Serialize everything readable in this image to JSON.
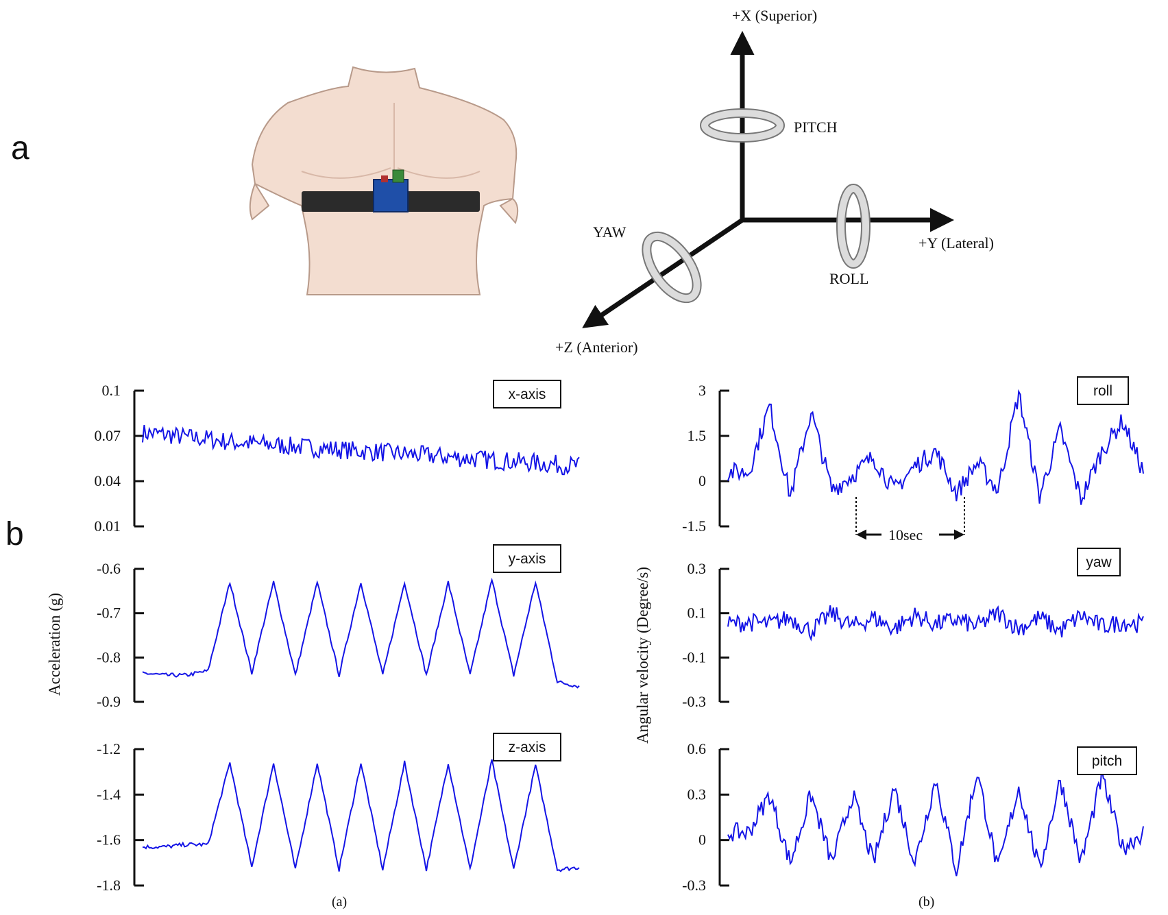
{
  "panel_labels": {
    "a": "a",
    "b": "b"
  },
  "axes_diagram": {
    "x_label": "+X (Superior)",
    "y_label": "+Y (Lateral)",
    "z_label": "+Z (Anterior)",
    "pitch": "PITCH",
    "roll": "ROLL",
    "yaw": "YAW"
  },
  "colors": {
    "signal": "#1414e6",
    "skin": "#f3ddd0",
    "strap": "#2b2b2b",
    "board": "#1f4fa8"
  },
  "chart_data": [
    {
      "type": "line",
      "tag": "x-axis",
      "ylim": [
        0.01,
        0.1
      ],
      "yticks": [
        "0.1",
        "0.07",
        "0.04",
        "0.01"
      ],
      "x": [
        0,
        3,
        6,
        9,
        12,
        15,
        18,
        21,
        24,
        27,
        30,
        33,
        36,
        39,
        42,
        45,
        48,
        51,
        54,
        57,
        60
      ],
      "series": [
        {
          "values": [
            0.072,
            0.071,
            0.069,
            0.068,
            0.066,
            0.065,
            0.064,
            0.063,
            0.062,
            0.061,
            0.06,
            0.059,
            0.058,
            0.057,
            0.056,
            0.055,
            0.054,
            0.053,
            0.052,
            0.051,
            0.05
          ]
        }
      ]
    },
    {
      "type": "line",
      "tag": "y-axis",
      "ylim": [
        -0.9,
        -0.6
      ],
      "yticks": [
        "-0.6",
        "-0.7",
        "-0.8",
        "-0.9"
      ],
      "ylabel": "Acceleration (g)",
      "x": [
        0,
        3,
        6,
        9,
        12,
        15,
        18,
        21,
        24,
        27,
        30,
        33,
        36,
        39,
        42,
        45,
        48,
        51,
        54,
        57,
        60
      ],
      "series": [
        {
          "values": [
            -0.835,
            -0.84,
            -0.84,
            -0.83,
            -0.63,
            -0.835,
            -0.63,
            -0.84,
            -0.63,
            -0.84,
            -0.63,
            -0.84,
            -0.63,
            -0.84,
            -0.63,
            -0.84,
            -0.625,
            -0.84,
            -0.63,
            -0.855,
            -0.865
          ]
        }
      ]
    },
    {
      "type": "line",
      "tag": "z-axis",
      "ylim": [
        -1.8,
        -1.2
      ],
      "yticks": [
        "-1.2",
        "-1.4",
        "-1.6",
        "-1.8"
      ],
      "x": [
        0,
        3,
        6,
        9,
        12,
        15,
        18,
        21,
        24,
        27,
        30,
        33,
        36,
        39,
        42,
        45,
        48,
        51,
        54,
        57,
        60
      ],
      "series": [
        {
          "values": [
            -1.63,
            -1.63,
            -1.62,
            -1.62,
            -1.26,
            -1.72,
            -1.26,
            -1.73,
            -1.26,
            -1.73,
            -1.26,
            -1.73,
            -1.26,
            -1.73,
            -1.26,
            -1.73,
            -1.25,
            -1.73,
            -1.27,
            -1.73,
            -1.72
          ]
        }
      ]
    },
    {
      "type": "line",
      "tag": "roll",
      "ylim": [
        -1.5,
        3
      ],
      "yticks": [
        "3",
        "1.5",
        "0",
        "-1.5"
      ],
      "annotation": "10sec",
      "x": [
        0,
        3,
        6,
        9,
        12,
        15,
        18,
        21,
        24,
        27,
        30,
        33,
        36,
        39,
        42,
        45,
        48,
        51,
        54,
        57,
        60
      ],
      "series": [
        {
          "values": [
            0.3,
            0.3,
            2.5,
            -0.5,
            2.3,
            -0.3,
            0.2,
            0.8,
            -0.3,
            0.5,
            1.0,
            -0.4,
            0.6,
            -0.3,
            2.9,
            -0.5,
            1.7,
            -0.6,
            1.0,
            2.0,
            0.3
          ]
        }
      ]
    },
    {
      "type": "line",
      "tag": "yaw",
      "ylim": [
        -0.3,
        0.3
      ],
      "yticks": [
        "0.3",
        "0.1",
        "-0.1",
        "-0.3"
      ],
      "ylabel": "Angular velocity (Degree/s)",
      "x": [
        0,
        3,
        6,
        9,
        12,
        15,
        18,
        21,
        24,
        27,
        30,
        33,
        36,
        39,
        42,
        45,
        48,
        51,
        54,
        57,
        60
      ],
      "series": [
        {
          "values": [
            0.05,
            0.06,
            0.05,
            0.08,
            0.02,
            0.1,
            0.04,
            0.08,
            0.03,
            0.09,
            0.05,
            0.07,
            0.04,
            0.1,
            0.03,
            0.08,
            0.02,
            0.09,
            0.04,
            0.06,
            0.05
          ]
        }
      ]
    },
    {
      "type": "line",
      "tag": "pitch",
      "ylim": [
        -0.3,
        0.6
      ],
      "yticks": [
        "0.6",
        "0.3",
        "0",
        "-0.3"
      ],
      "x": [
        0,
        3,
        6,
        9,
        12,
        15,
        18,
        21,
        24,
        27,
        30,
        33,
        36,
        39,
        42,
        45,
        48,
        51,
        54,
        57,
        60
      ],
      "series": [
        {
          "values": [
            0.05,
            0.05,
            0.3,
            -0.15,
            0.3,
            -0.15,
            0.3,
            -0.15,
            0.35,
            -0.15,
            0.4,
            -0.2,
            0.45,
            -0.2,
            0.35,
            -0.2,
            0.4,
            -0.15,
            0.42,
            -0.05,
            0.05
          ]
        }
      ]
    }
  ],
  "subcaptions": {
    "left": "(a)",
    "right": "(b)"
  }
}
